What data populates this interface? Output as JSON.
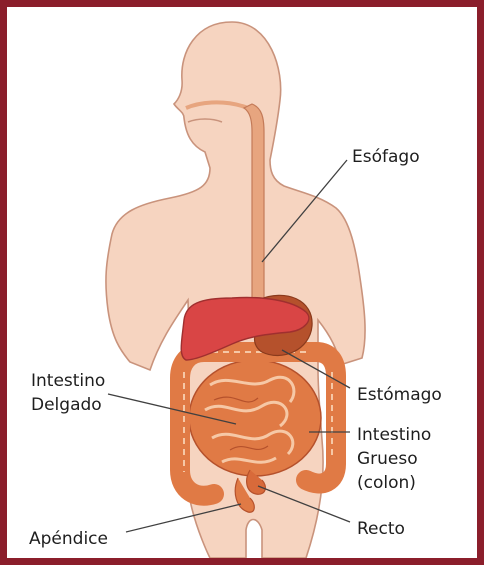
{
  "labels": {
    "esofago": "Esófago",
    "estomago": "Estómago",
    "intestino_delgado": [
      "Intestino",
      "Delgado"
    ],
    "intestino_grueso": [
      "Intestino",
      "Grueso",
      "(colon)"
    ],
    "recto": "Recto",
    "apendice": "Apéndice"
  },
  "colors": {
    "frame": "#8b1e2b",
    "skin": "#f6d4c0",
    "skin_outline": "#c9937c",
    "liver": "#d94545",
    "stomach": "#b5512c",
    "intestine": "#e07a45",
    "esophagus": "#e7a57f",
    "leader_line": "#404040",
    "text": "#1e1e1e"
  },
  "icons": {
    "body": "human-torso-silhouette",
    "organs": "digestive-system"
  }
}
